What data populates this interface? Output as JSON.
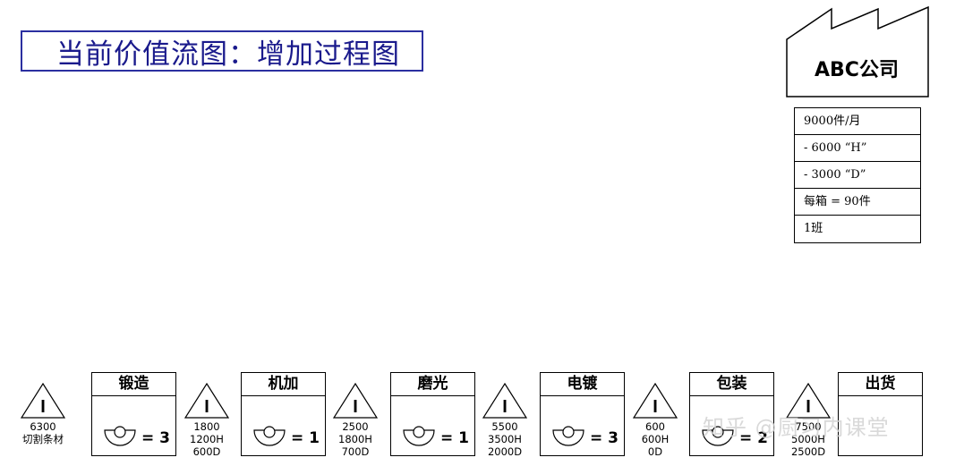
{
  "title": "当前价值流图：增加过程图",
  "customer": {
    "name": "ABC公司",
    "rows": [
      "9000件/月",
      "- 6000 “H”",
      "- 3000 “D”",
      "每箱 = 90件",
      "1班"
    ]
  },
  "inventory_symbol": "I",
  "inventories": [
    {
      "lines": [
        "6300",
        "切割条材"
      ]
    },
    {
      "lines": [
        "1800",
        "1200H",
        "600D"
      ]
    },
    {
      "lines": [
        "2500",
        "1800H",
        "700D"
      ]
    },
    {
      "lines": [
        "5500",
        "3500H",
        "2000D"
      ]
    },
    {
      "lines": [
        "600",
        "600H",
        "0D"
      ]
    },
    {
      "lines": [
        "7500",
        "5000H",
        "2500D"
      ]
    }
  ],
  "processes": [
    {
      "name": "锻造",
      "operators": "= 3"
    },
    {
      "name": "机加",
      "operators": "= 1"
    },
    {
      "name": "磨光",
      "operators": "= 1"
    },
    {
      "name": "电镀",
      "operators": "= 3"
    },
    {
      "name": "包装",
      "operators": "= 2"
    }
  ],
  "shipping": {
    "name": "出货"
  },
  "watermark": "知乎 @厨习内课堂",
  "colors": {
    "title_border": "#2b2fa0",
    "title_text": "#1a1a8c"
  },
  "icons": {
    "inventory": "inventory-triangle-icon",
    "operator": "operator-icon",
    "customer": "factory-icon"
  }
}
